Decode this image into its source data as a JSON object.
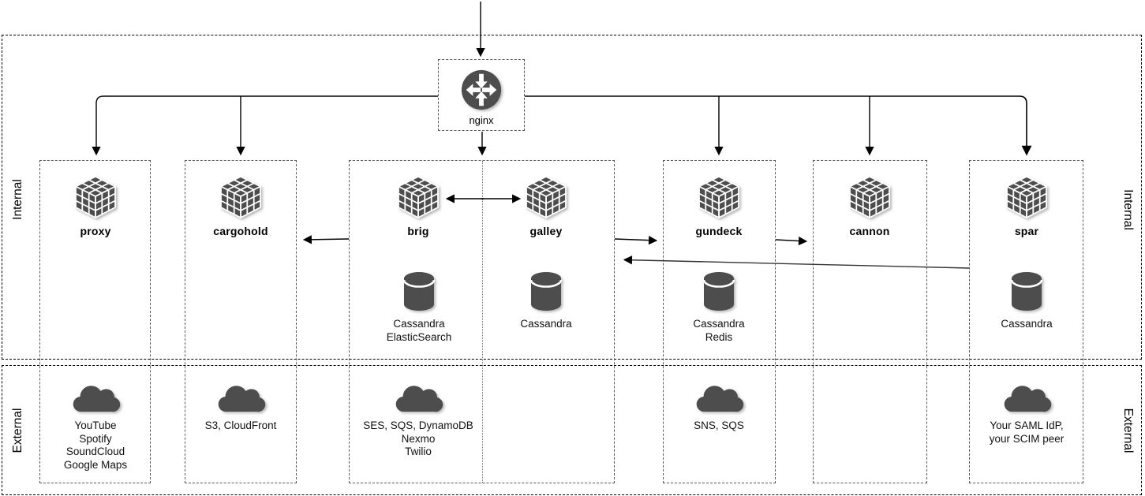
{
  "diagram": {
    "entry_router": {
      "label": "nginx"
    },
    "zones": {
      "internal_label": "Internal",
      "external_label": "External"
    },
    "services": [
      {
        "name": "proxy",
        "datastores": [],
        "external": [
          "YouTube",
          "Spotify",
          "SoundCloud",
          "Google Maps"
        ]
      },
      {
        "name": "cargohold",
        "datastores": [],
        "external": [
          "S3, CloudFront"
        ]
      },
      {
        "name": "brig",
        "datastores": [
          "Cassandra",
          "ElasticSearch"
        ],
        "external": [
          "SES, SQS, DynamoDB",
          "Nexmo",
          "Twilio"
        ]
      },
      {
        "name": "galley",
        "datastores": [
          "Cassandra"
        ],
        "external": []
      },
      {
        "name": "gundeck",
        "datastores": [
          "Cassandra",
          "Redis"
        ],
        "external": [
          "SNS, SQS"
        ]
      },
      {
        "name": "cannon",
        "datastores": [],
        "external": []
      },
      {
        "name": "spar",
        "datastores": [
          "Cassandra"
        ],
        "external": [
          "Your SAML IdP,",
          "your SCIM peer"
        ]
      }
    ],
    "edges": [
      {
        "from": "offscreen-top",
        "to": "nginx"
      },
      {
        "from": "nginx",
        "to": "proxy"
      },
      {
        "from": "nginx",
        "to": "cargohold"
      },
      {
        "from": "nginx",
        "to": "brig"
      },
      {
        "from": "nginx",
        "to": "gundeck"
      },
      {
        "from": "nginx",
        "to": "cannon"
      },
      {
        "from": "nginx",
        "to": "spar"
      },
      {
        "from": "brig",
        "to": "galley",
        "bidirectional": true
      },
      {
        "from": "brig",
        "to": "cargohold"
      },
      {
        "from": "galley",
        "to": "gundeck"
      },
      {
        "from": "gundeck",
        "to": "cannon"
      },
      {
        "from": "spar",
        "to": "galley"
      }
    ],
    "colors": {
      "icon_fill": "#4d4d4d",
      "line": "#000000",
      "background": "#ffffff"
    }
  }
}
